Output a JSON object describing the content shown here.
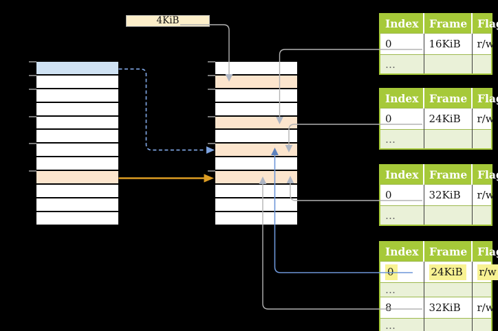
{
  "label_box": {
    "text": "4KiB"
  },
  "colors": {
    "header_green": "#a6c939",
    "light_green": "#eaf1d8",
    "row_orange": "#fce5cd",
    "row_blue": "#cfe2f3",
    "label_cream": "#fceec9",
    "highlight_yellow": "#f8f293",
    "line_gray": "#b3b3b3",
    "arrow_gray": "#aeb6c4",
    "line_blue": "#6d96d8",
    "arrow_blue_head": "#5d81bd",
    "dashed_blue": "#7da3e0",
    "arrow_orange": "#dd9d23",
    "tick_gray": "#7a7a7a"
  },
  "memory_columns": {
    "left": {
      "rows": [
        "blue",
        "white",
        "white",
        "white",
        "white",
        "white",
        "white",
        "white",
        "orange",
        "white",
        "white",
        "white"
      ],
      "ticks": [
        0,
        1,
        2,
        4,
        6,
        8
      ]
    },
    "middle": {
      "rows": [
        "white",
        "orange",
        "white",
        "white",
        "orange",
        "white",
        "orange",
        "white",
        "orange",
        "white",
        "white",
        "white"
      ],
      "ticks": [
        0,
        1,
        2,
        4,
        6,
        8
      ]
    }
  },
  "page_tables": [
    {
      "id": "page-table-16kib",
      "headers": [
        "Index",
        "Frame",
        "Flags"
      ],
      "rows": [
        {
          "type": "data",
          "cells": [
            "0",
            "16KiB",
            "r/w"
          ]
        },
        {
          "type": "dots",
          "cells": [
            "…",
            "",
            ""
          ]
        }
      ]
    },
    {
      "id": "page-table-24kib",
      "headers": [
        "Index",
        "Frame",
        "Flags"
      ],
      "rows": [
        {
          "type": "data",
          "cells": [
            "0",
            "24KiB",
            "r/w"
          ]
        },
        {
          "type": "dots",
          "cells": [
            "…",
            "",
            ""
          ]
        }
      ]
    },
    {
      "id": "page-table-32kib",
      "headers": [
        "Index",
        "Frame",
        "Flags"
      ],
      "rows": [
        {
          "type": "data",
          "cells": [
            "0",
            "32KiB",
            "r/w"
          ]
        },
        {
          "type": "dots",
          "cells": [
            "…",
            "",
            ""
          ]
        }
      ]
    },
    {
      "id": "page-table-level2",
      "compact": true,
      "headers": [
        "Index",
        "Frame",
        "Flags"
      ],
      "rows": [
        {
          "type": "data",
          "highlight": true,
          "cells": [
            "0",
            "24KiB",
            "r/w"
          ]
        },
        {
          "type": "dots",
          "cells": [
            "…",
            "",
            ""
          ]
        },
        {
          "type": "data",
          "cells": [
            "8",
            "32KiB",
            "r/w"
          ]
        },
        {
          "type": "dots",
          "cells": [
            "…",
            "",
            ""
          ]
        }
      ]
    }
  ]
}
